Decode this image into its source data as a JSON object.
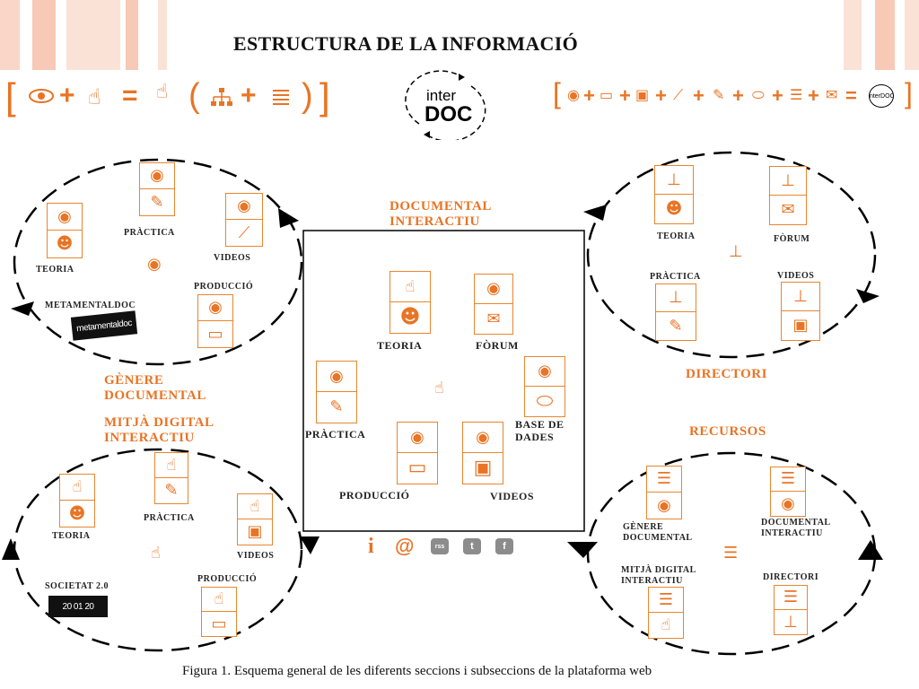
{
  "title": "ESTRUCTURA DE LA INFORMACIÓ",
  "logo": {
    "line1": "inter",
    "line2": "DOC"
  },
  "formula_left": {
    "op_plus": "+",
    "op_eq": "=",
    "paren_open": "(",
    "paren_close": ")"
  },
  "formula_right": {
    "op_plus": "+",
    "op_eq": "="
  },
  "logo_small": "interDOC",
  "sections": {
    "documental_interactiu": {
      "title": "DOCUMENTAL INTERACTIU",
      "items": [
        "TEORIA",
        "FÒRUM",
        "PRÀCTICA",
        "BASE DE DADES",
        "PRODUCCIÓ",
        "VIDEOS"
      ]
    },
    "genere_documental": {
      "title": "GÈNERE DOCUMENTAL",
      "items": [
        "PRÀCTICA",
        "TEORIA",
        "VIDEOS",
        "PRODUCCIÓ",
        "METAMENTALDOC"
      ],
      "sticker": "metamentaldoc"
    },
    "mitja_digital": {
      "title": "MITJÀ DIGITAL INTERACTIU",
      "items": [
        "PRÀCTICA",
        "TEORIA",
        "VIDEOS",
        "PRODUCCIÓ",
        "SOCIETAT 2.0"
      ],
      "sticker": "20 01 20"
    },
    "directori": {
      "title": "DIRECTORI",
      "items": [
        "TEORIA",
        "FÒRUM",
        "PRÀCTICA",
        "VIDEOS"
      ]
    },
    "recursos": {
      "title": "RECURSOS",
      "items": [
        "GÈNERE DOCUMENTAL",
        "DOCUMENTAL INTERACTIU",
        "MITJÀ DIGITAL INTERACTIU",
        "DIRECTORI"
      ]
    }
  },
  "social": {
    "info": "i",
    "at": "@",
    "rss": "rss",
    "twitter": "t",
    "facebook": "f"
  },
  "caption": "Figura 1. Esquema general de les diferents seccions i subseccions de la plataforma web",
  "colors": {
    "accent": "#e87425",
    "stripe": "#f7c9b6",
    "text": "#222222",
    "circle": "#000000"
  }
}
